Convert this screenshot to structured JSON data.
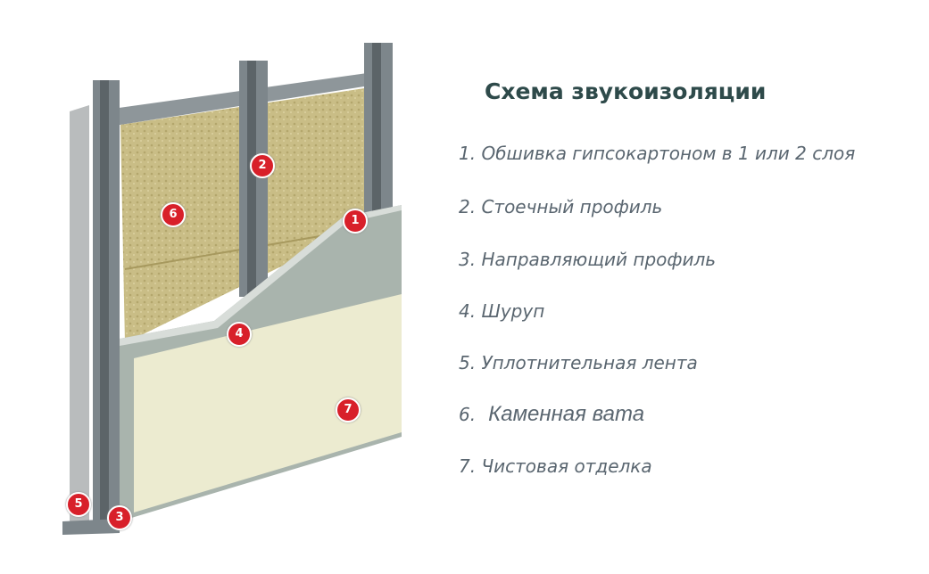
{
  "title": "Схема звукоизоляции",
  "items": [
    {
      "num": "1.",
      "label": "Обшивка гипсокартоном в 1 или 2 слоя"
    },
    {
      "num": "2.",
      "label": "Стоечный профиль"
    },
    {
      "num": "3.",
      "label": "Направляющий профиль"
    },
    {
      "num": "4.",
      "label": "Шуруп"
    },
    {
      "num": "5.",
      "label": "Уплотнительная лента"
    },
    {
      "num": "6.",
      "label": "Каменная вата"
    },
    {
      "num": "7.",
      "label": "Чистовая отделка"
    }
  ],
  "markers": [
    "1",
    "2",
    "3",
    "4",
    "5",
    "6",
    "7"
  ],
  "colors": {
    "marker": "#d8202a",
    "title": "#2e4a4a",
    "text": "#5a6670"
  }
}
